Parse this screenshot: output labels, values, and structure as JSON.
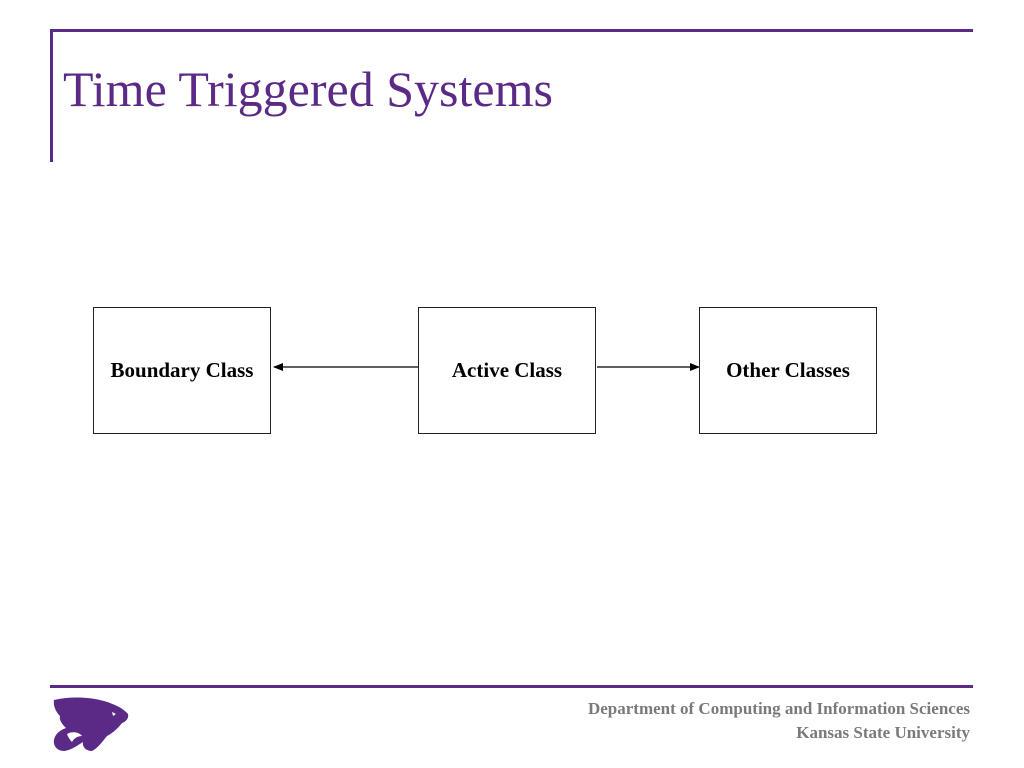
{
  "slide": {
    "title": "Time Triggered Systems"
  },
  "diagram": {
    "nodes": [
      {
        "id": "boundary",
        "label": "Boundary Class"
      },
      {
        "id": "active",
        "label": "Active Class"
      },
      {
        "id": "other",
        "label": "Other Classes"
      }
    ],
    "edges": [
      {
        "from": "active",
        "to": "boundary"
      },
      {
        "from": "active",
        "to": "other"
      }
    ]
  },
  "footer": {
    "department": "Department of Computing and Information Sciences",
    "university": "Kansas State University",
    "logo_icon": "wildcat-logo-icon"
  },
  "colors": {
    "accent": "#5b2a86",
    "footer_text": "#7a7a7a"
  }
}
